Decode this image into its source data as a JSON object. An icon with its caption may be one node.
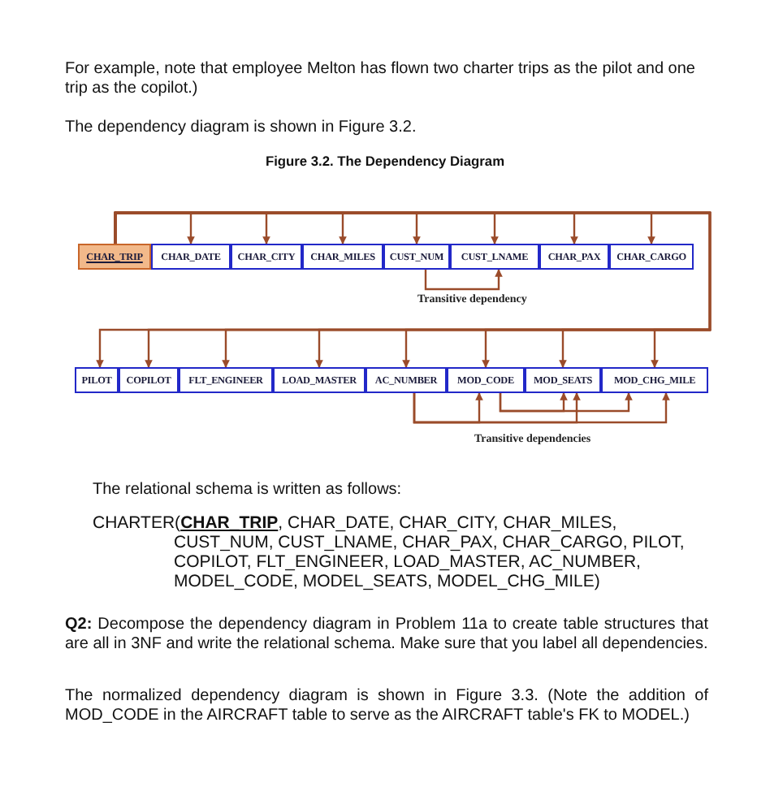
{
  "diagram": {
    "title": "Figure 3.2. The Dependency Diagram",
    "nodes": [
      {
        "text": [
          "CHAR_TRIP"
        ]
      },
      {
        "text": [
          "CHAR_DATE"
        ]
      },
      {
        "text": [
          "CHAR_CITY"
        ]
      },
      {
        "text": [
          "CHAR_MILES"
        ]
      },
      {
        "text": [
          "CUST_NUM"
        ]
      },
      {
        "text": [
          "CUST_LNAME"
        ]
      },
      {
        "text": [
          "CHAR_PAX"
        ]
      },
      {
        "text": [
          "CHAR_CARGO"
        ]
      },
      {
        "text": [
          "PILOT"
        ]
      },
      {
        "text": [
          "COPILOT"
        ]
      },
      {
        "text": [
          "FLT_ENGINEER"
        ]
      },
      {
        "text": [
          "LOAD_MASTER"
        ]
      },
      {
        "text": [
          "AC_NUMBER"
        ]
      },
      {
        "text": [
          "MOD_CODE"
        ]
      },
      {
        "text": [
          "MOD_SEATS"
        ]
      },
      {
        "text": [
          "MOD_CHG_MILE"
        ]
      }
    ],
    "edges": [
      {
        "from": 0,
        "to": 1,
        "arrow": "to"
      },
      {
        "from": 0,
        "to": 2,
        "arrow": "to"
      },
      {
        "from": 0,
        "to": 3,
        "arrow": "to"
      },
      {
        "from": 0,
        "to": 4,
        "arrow": "to"
      },
      {
        "from": 0,
        "to": 5,
        "arrow": "to"
      },
      {
        "from": 0,
        "to": 6,
        "arrow": "to"
      },
      {
        "from": 0,
        "to": 7,
        "arrow": "to"
      },
      {
        "from": 0,
        "to": 8,
        "arrow": "to"
      },
      {
        "from": 0,
        "to": 9,
        "arrow": "to"
      },
      {
        "from": 0,
        "to": 10,
        "arrow": "to"
      },
      {
        "from": 0,
        "to": 11,
        "arrow": "to"
      },
      {
        "from": 0,
        "to": 12,
        "arrow": "to"
      },
      {
        "from": 0,
        "to": 13,
        "arrow": "to"
      },
      {
        "from": 0,
        "to": 14,
        "arrow": "to"
      },
      {
        "from": 0,
        "to": 15,
        "arrow": "to"
      },
      {
        "from": 4,
        "to": 5,
        "arrow": "to"
      },
      {
        "from": 12,
        "to": 13,
        "arrow": "to"
      },
      {
        "from": 12,
        "to": 14,
        "arrow": "to"
      },
      {
        "from": 12,
        "to": 15,
        "arrow": "to"
      },
      {
        "from": 13,
        "to": 14,
        "arrow": "to"
      },
      {
        "from": 13,
        "to": 15,
        "arrow": "to"
      }
    ],
    "labels": [
      "For example, note that employee Melton has flown two charter trips as the pilot and one trip as the copilot.)",
      "The dependency diagram is shown in Figure 3.2.",
      "Transitive dependency",
      "Transitive dependencies",
      "The relational schema is written as follows:",
      "CHARTER(**CHAR_TRIP**, CHAR_DATE, CHAR_CITY, CHAR_MILES, CUST_NUM, CUST_LNAME, CHAR_PAX, CHAR_CARGO, PILOT, COPILOT, FLT_ENGINEER, LOAD_MASTER, AC_NUMBER, MODEL_CODE, MODEL_SEATS, MODEL_CHG_MILE)",
      "**Q2:** Decompose the dependency diagram in Problem 11a to create table structures that are all in 3NF and write the relational schema. Make sure that you label all dependencies.",
      "The normalized dependency diagram is shown in Figure 3.3. (Note the addition of MOD_CODE in the AIRCRAFT table to serve as the AIRCRAFT table's FK to MODEL.)"
    ]
  }
}
